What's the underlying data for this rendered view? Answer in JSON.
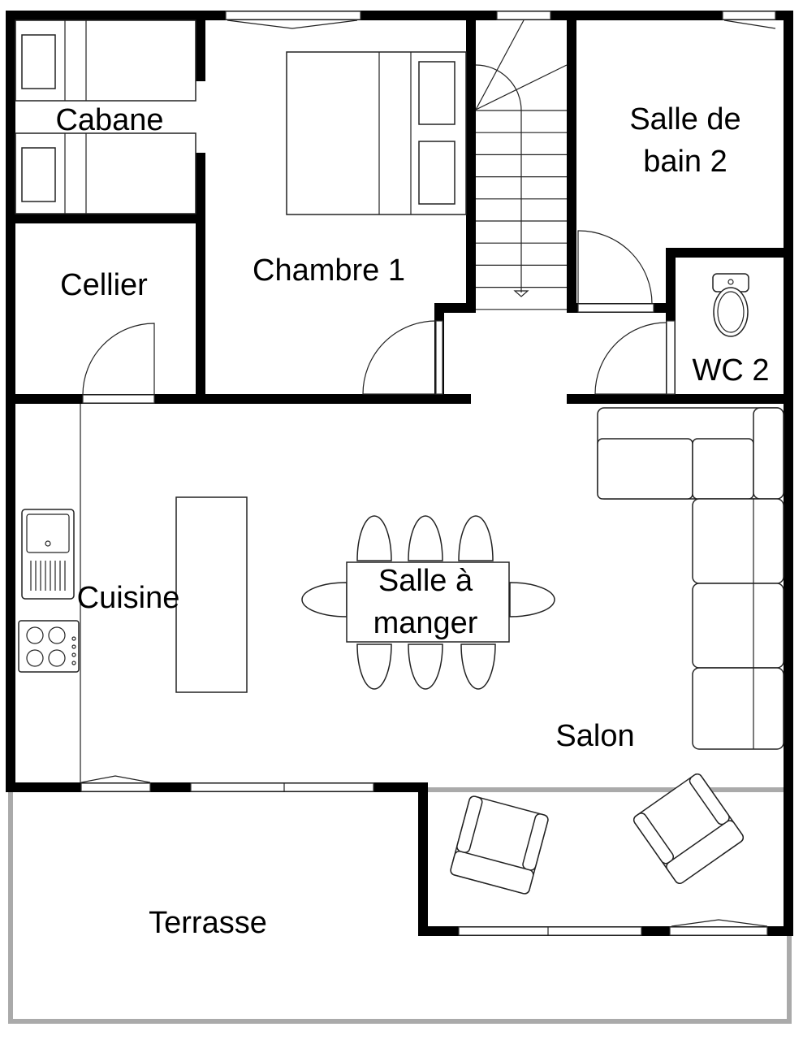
{
  "rooms": {
    "cabane": "Cabane",
    "chambre1": "Chambre 1",
    "cellier": "Cellier",
    "sdb2_line1": "Salle de",
    "sdb2_line2": "bain 2",
    "wc2": "WC 2",
    "cuisine": "Cuisine",
    "sam_line1": "Salle à",
    "sam_line2": "manger",
    "salon": "Salon",
    "terrasse": "Terrasse"
  },
  "colors": {
    "wall": "#000000",
    "terrace_outline": "#aaaaaa"
  }
}
